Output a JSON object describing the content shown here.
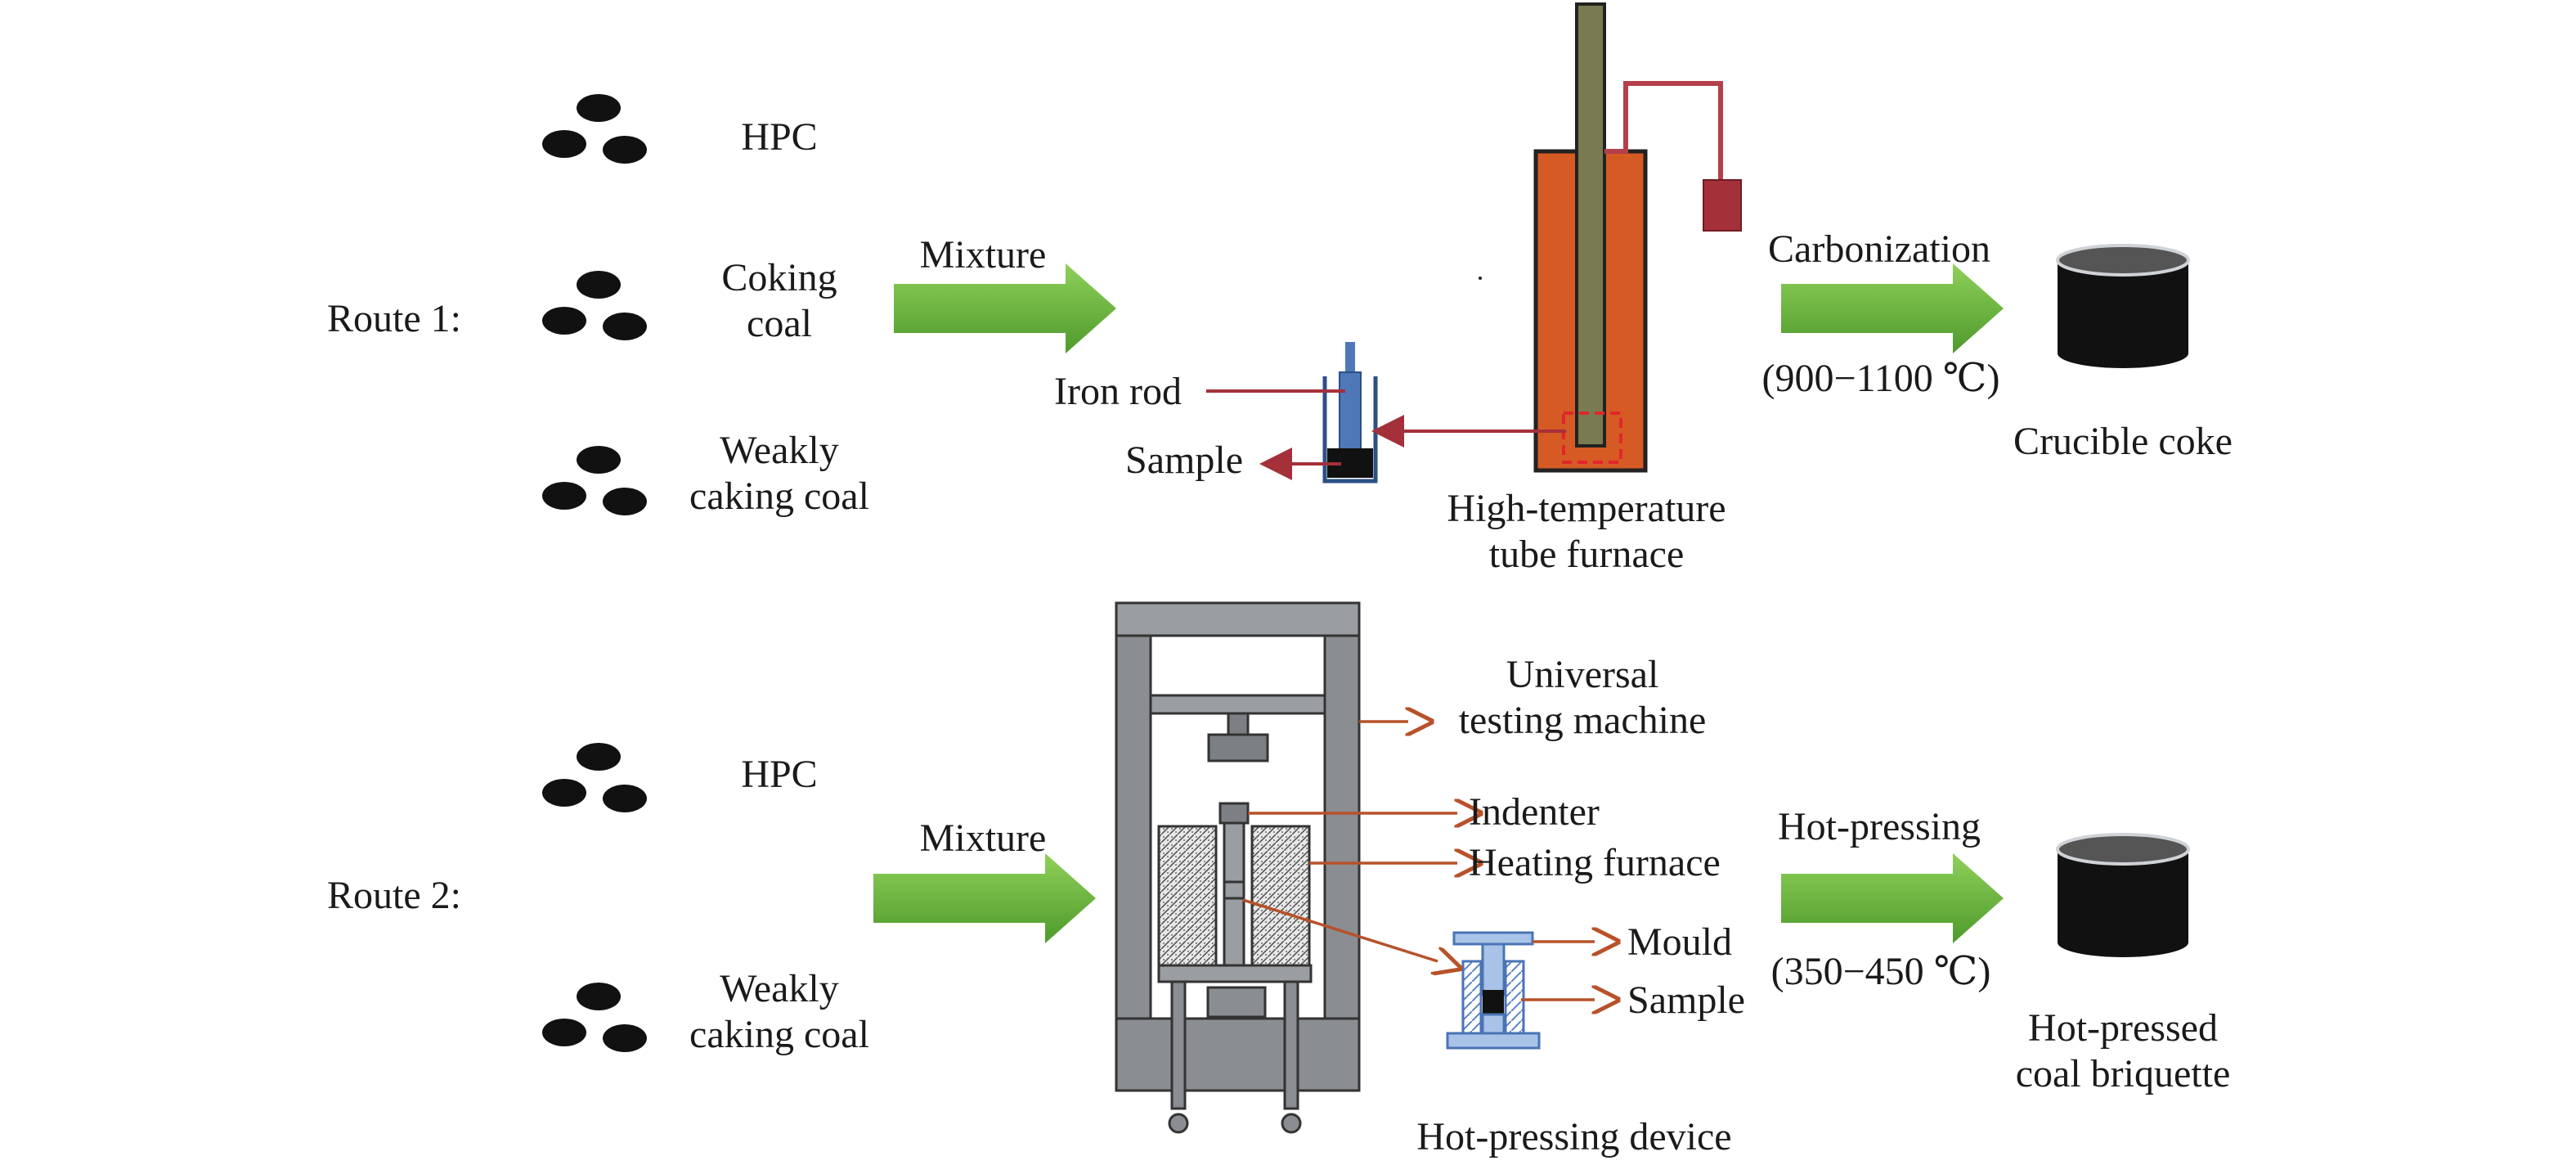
{
  "route1": {
    "label": "Route 1:",
    "materials": [
      "HPC",
      "Coking coal",
      "Weakly caking coal"
    ],
    "mixture_label": "Mixture",
    "iron_rod_label": "Iron rod",
    "sample_label": "Sample",
    "furnace_label": "High-temperature tube furnace",
    "process_label": "Carbonization",
    "temperature": "(900−1100 ℃)",
    "product_label": "Crucible coke"
  },
  "route2": {
    "label": "Route 2:",
    "materials": [
      "HPC",
      "Weakly caking coal"
    ],
    "mixture_label": "Mixture",
    "machine_label": "Universal testing machine",
    "indenter_label": "Indenter",
    "heating_furnace_label": "Heating furnace",
    "mould_label": "Mould",
    "sample_label": "Sample",
    "device_label": "Hot-pressing device",
    "process_label": "Hot-pressing",
    "temperature": "(350−450 ℃)",
    "product_label": "Hot-pressed coal briquette"
  },
  "colors": {
    "arrow_green": "#66b23a",
    "furnace_orange": "#d65a24",
    "rod_olive": "#7a7a52",
    "leader_red": "#a4303a",
    "leader_brown": "#b7522a",
    "machine_gray": "#8a8d91",
    "coal_black": "#111111"
  }
}
